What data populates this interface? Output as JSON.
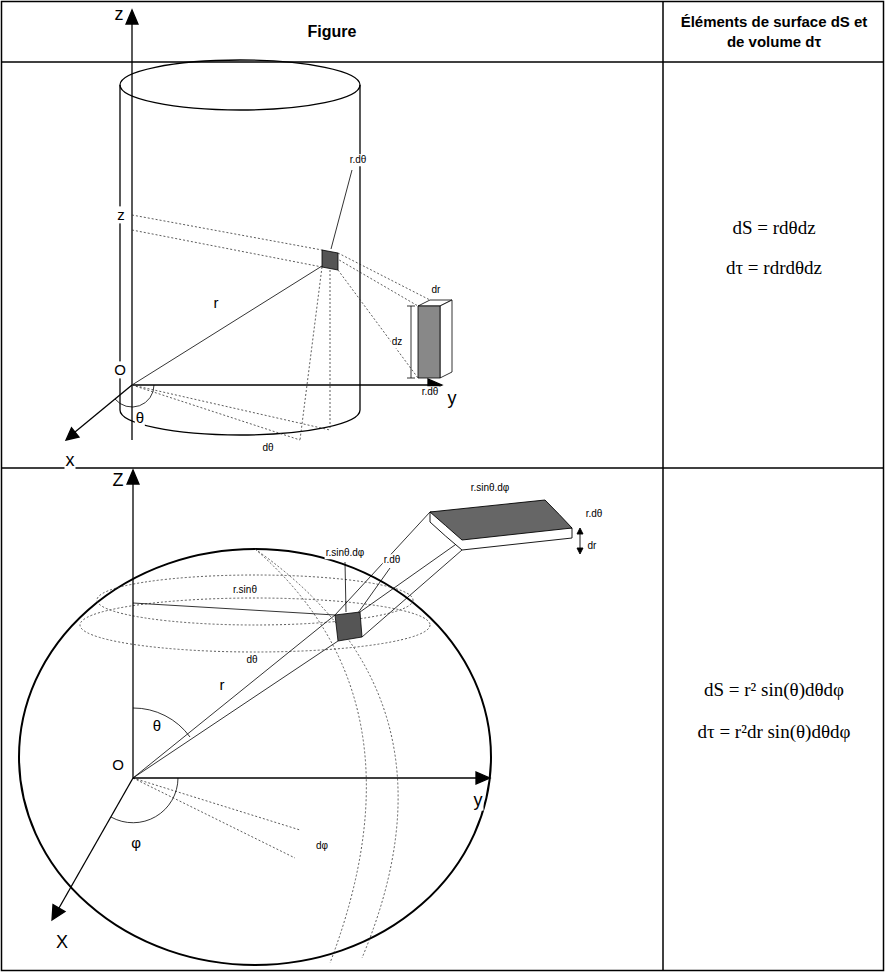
{
  "diagram": {
    "labels": [
      "Figure",
      "Éléments de surface dS et de volume dτ",
      "dS = rdθdz",
      "dτ = rdrdθdz",
      "dS = r² sin(θ)dθdφ",
      "dτ = r²dr sin(θ)dθdφ",
      "z",
      "z",
      "r.dθ",
      "dr",
      "dz",
      "r.dθ",
      "r",
      "O",
      "θ",
      "dθ",
      "y",
      "x",
      "Z",
      "r.sinθ.dφ",
      "r.dθ",
      "dr",
      "r.sinθ.dφ",
      "r.sinθ",
      "r.dθ",
      "θ",
      "r",
      "dθ",
      "O",
      "φ",
      "dφ",
      "y",
      "X"
    ]
  }
}
